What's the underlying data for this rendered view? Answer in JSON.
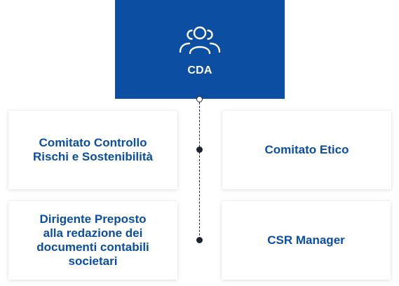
{
  "root": {
    "label": "CDA",
    "icon": "people-group-icon",
    "color": "#0b4ea2"
  },
  "cards": [
    {
      "label": "Comitato Controllo\nRischi e Sostenibilità"
    },
    {
      "label": "Comitato Etico"
    },
    {
      "label": "Dirigente Preposto\nalla redazione dei\ndocumenti contabili\nsocietari"
    },
    {
      "label": "CSR Manager"
    }
  ],
  "colors": {
    "accent": "#0b4ea2",
    "text_on_accent": "#ffffff",
    "connector": "#1b2430"
  }
}
